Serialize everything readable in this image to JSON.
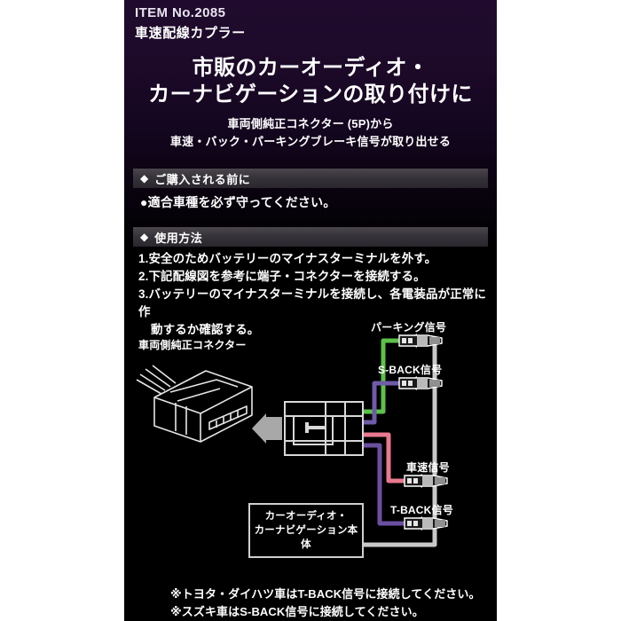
{
  "header": {
    "item_no": "ITEM No.2085",
    "item_name": "車速配線カプラー"
  },
  "hero": {
    "headline_line1": "市販のカーオーディオ・",
    "headline_line2": "カーナビゲーションの取り付けに",
    "subline_line1": "車両側純正コネクター (5P)から",
    "subline_line2": "車速・バック・パーキングブレーキ信号が取り出せる"
  },
  "sections": {
    "before_purchase": {
      "diamond": "◆",
      "title": "ご購入される前に",
      "bullet": "●適合車種を必ず守ってください。"
    },
    "usage": {
      "diamond": "◆",
      "title": "使用方法",
      "steps": [
        "1.安全のためバッテリーのマイナスターミナルを外す。",
        "2.下記配線図を参考に端子・コネクターを接続する。",
        "3.バッテリーのマイナスターミナルを接続し、各電装品が正常に作"
      ],
      "step3_continuation": "動するか確認する。"
    }
  },
  "diagram": {
    "oem_connector_label": "車両側純正コネクター",
    "head_unit_line1": "カーオーディオ・",
    "head_unit_line2": "カーナビゲーション本体",
    "signals": [
      {
        "label": "パーキング信号",
        "color": "#5cc24a"
      },
      {
        "label": "S-BACK信号",
        "color": "#6f5ba8"
      },
      {
        "label": "車速信号",
        "color": "#e8798f"
      },
      {
        "label": "T-BACK信号",
        "color": "#6b4fa0"
      }
    ],
    "harness_color": "#c9c9c9"
  },
  "footnotes": [
    "※トヨタ・ダイハツ車はT-BACK信号に接続してください。",
    "※スズキ車はS-BACK信号に接続してください。"
  ],
  "colors": {
    "panel_top": "#200b2e",
    "panel_bottom": "#000000",
    "section_bar": "#3a363d",
    "text": "#ffffff"
  }
}
